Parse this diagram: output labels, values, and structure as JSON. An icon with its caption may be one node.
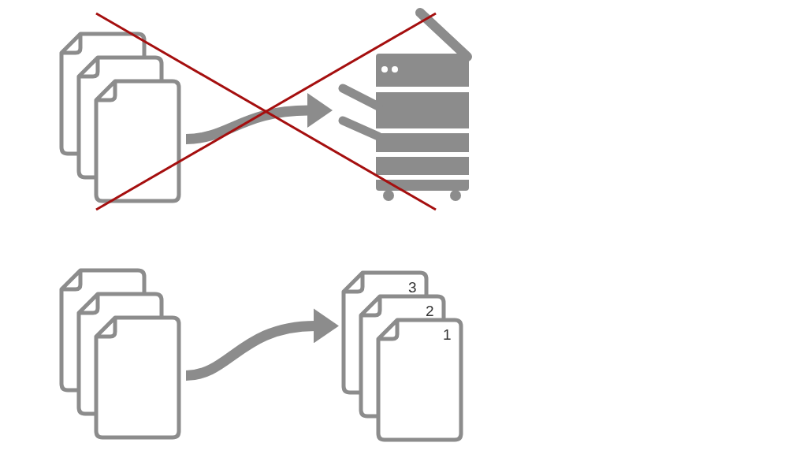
{
  "diagram": {
    "nodes": [
      {
        "text": [],
        "shape": "picture"
      },
      {
        "text": [],
        "shape": "picture"
      },
      {
        "text": [],
        "shape": "picture"
      },
      {
        "text": [
          "3",
          "2",
          "1"
        ]
      }
    ],
    "edges": [
      {
        "from": 0,
        "to": 1,
        "arrow": "to"
      },
      {
        "from": 2,
        "to": 3,
        "arrow": "to"
      }
    ]
  }
}
